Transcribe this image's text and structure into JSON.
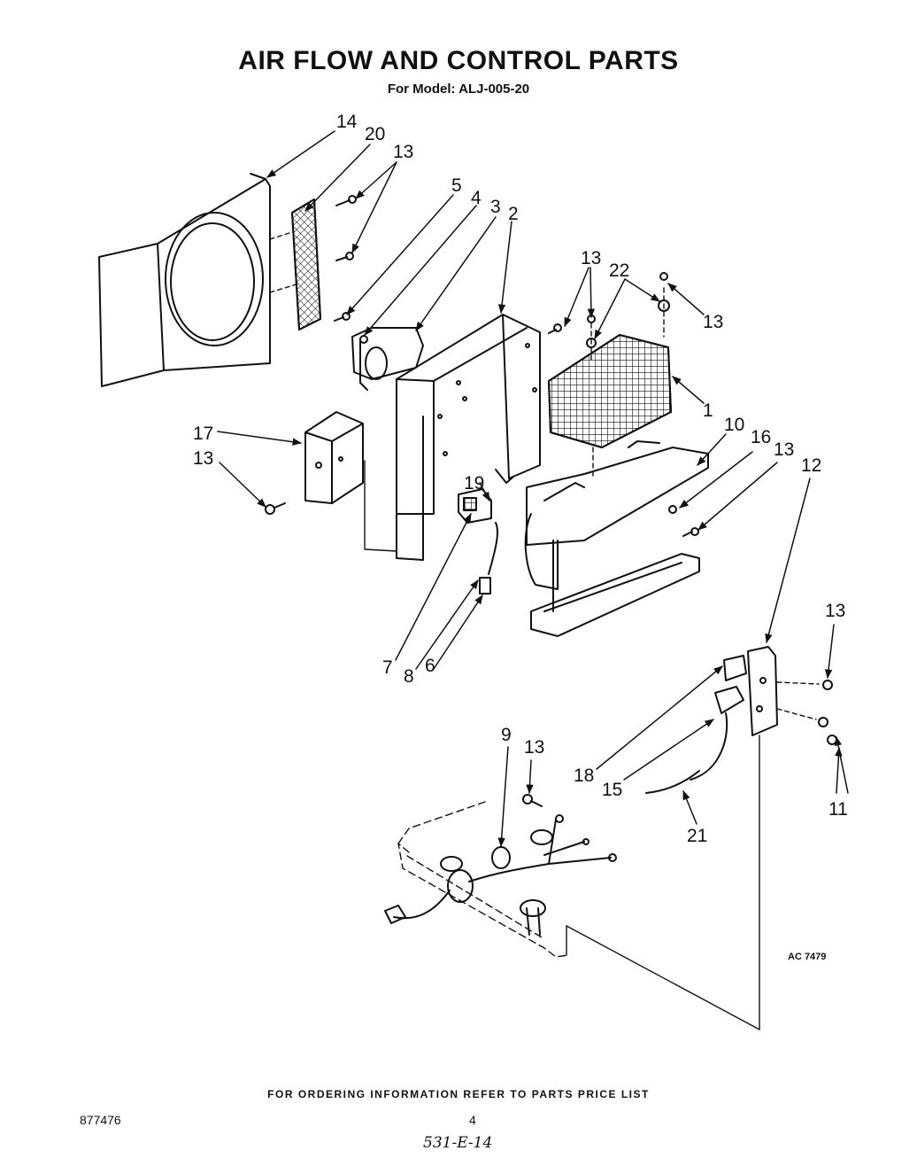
{
  "title": "AIR FLOW AND CONTROL PARTS",
  "subtitle": "For Model: ALJ-005-20",
  "footer_note": "FOR ORDERING INFORMATION REFER TO PARTS PRICE LIST",
  "doc_number": "877476",
  "page_number": "4",
  "handwritten_note": "531-E-14",
  "ref_code": "AC 7479",
  "callouts": {
    "c14": "14",
    "c20": "20",
    "c13a": "13",
    "c5": "5",
    "c4": "4",
    "c3": "3",
    "c2": "2",
    "c13b": "13",
    "c22": "22",
    "c13c": "13",
    "c1": "1",
    "c10": "10",
    "c16": "16",
    "c13d": "13",
    "c12": "12",
    "c17": "17",
    "c13e": "13",
    "c19": "19",
    "c7": "7",
    "c8": "8",
    "c6": "6",
    "c13f": "13",
    "c9": "9",
    "c13g": "13",
    "c18": "18",
    "c15": "15",
    "c21": "21",
    "c11": "11"
  }
}
